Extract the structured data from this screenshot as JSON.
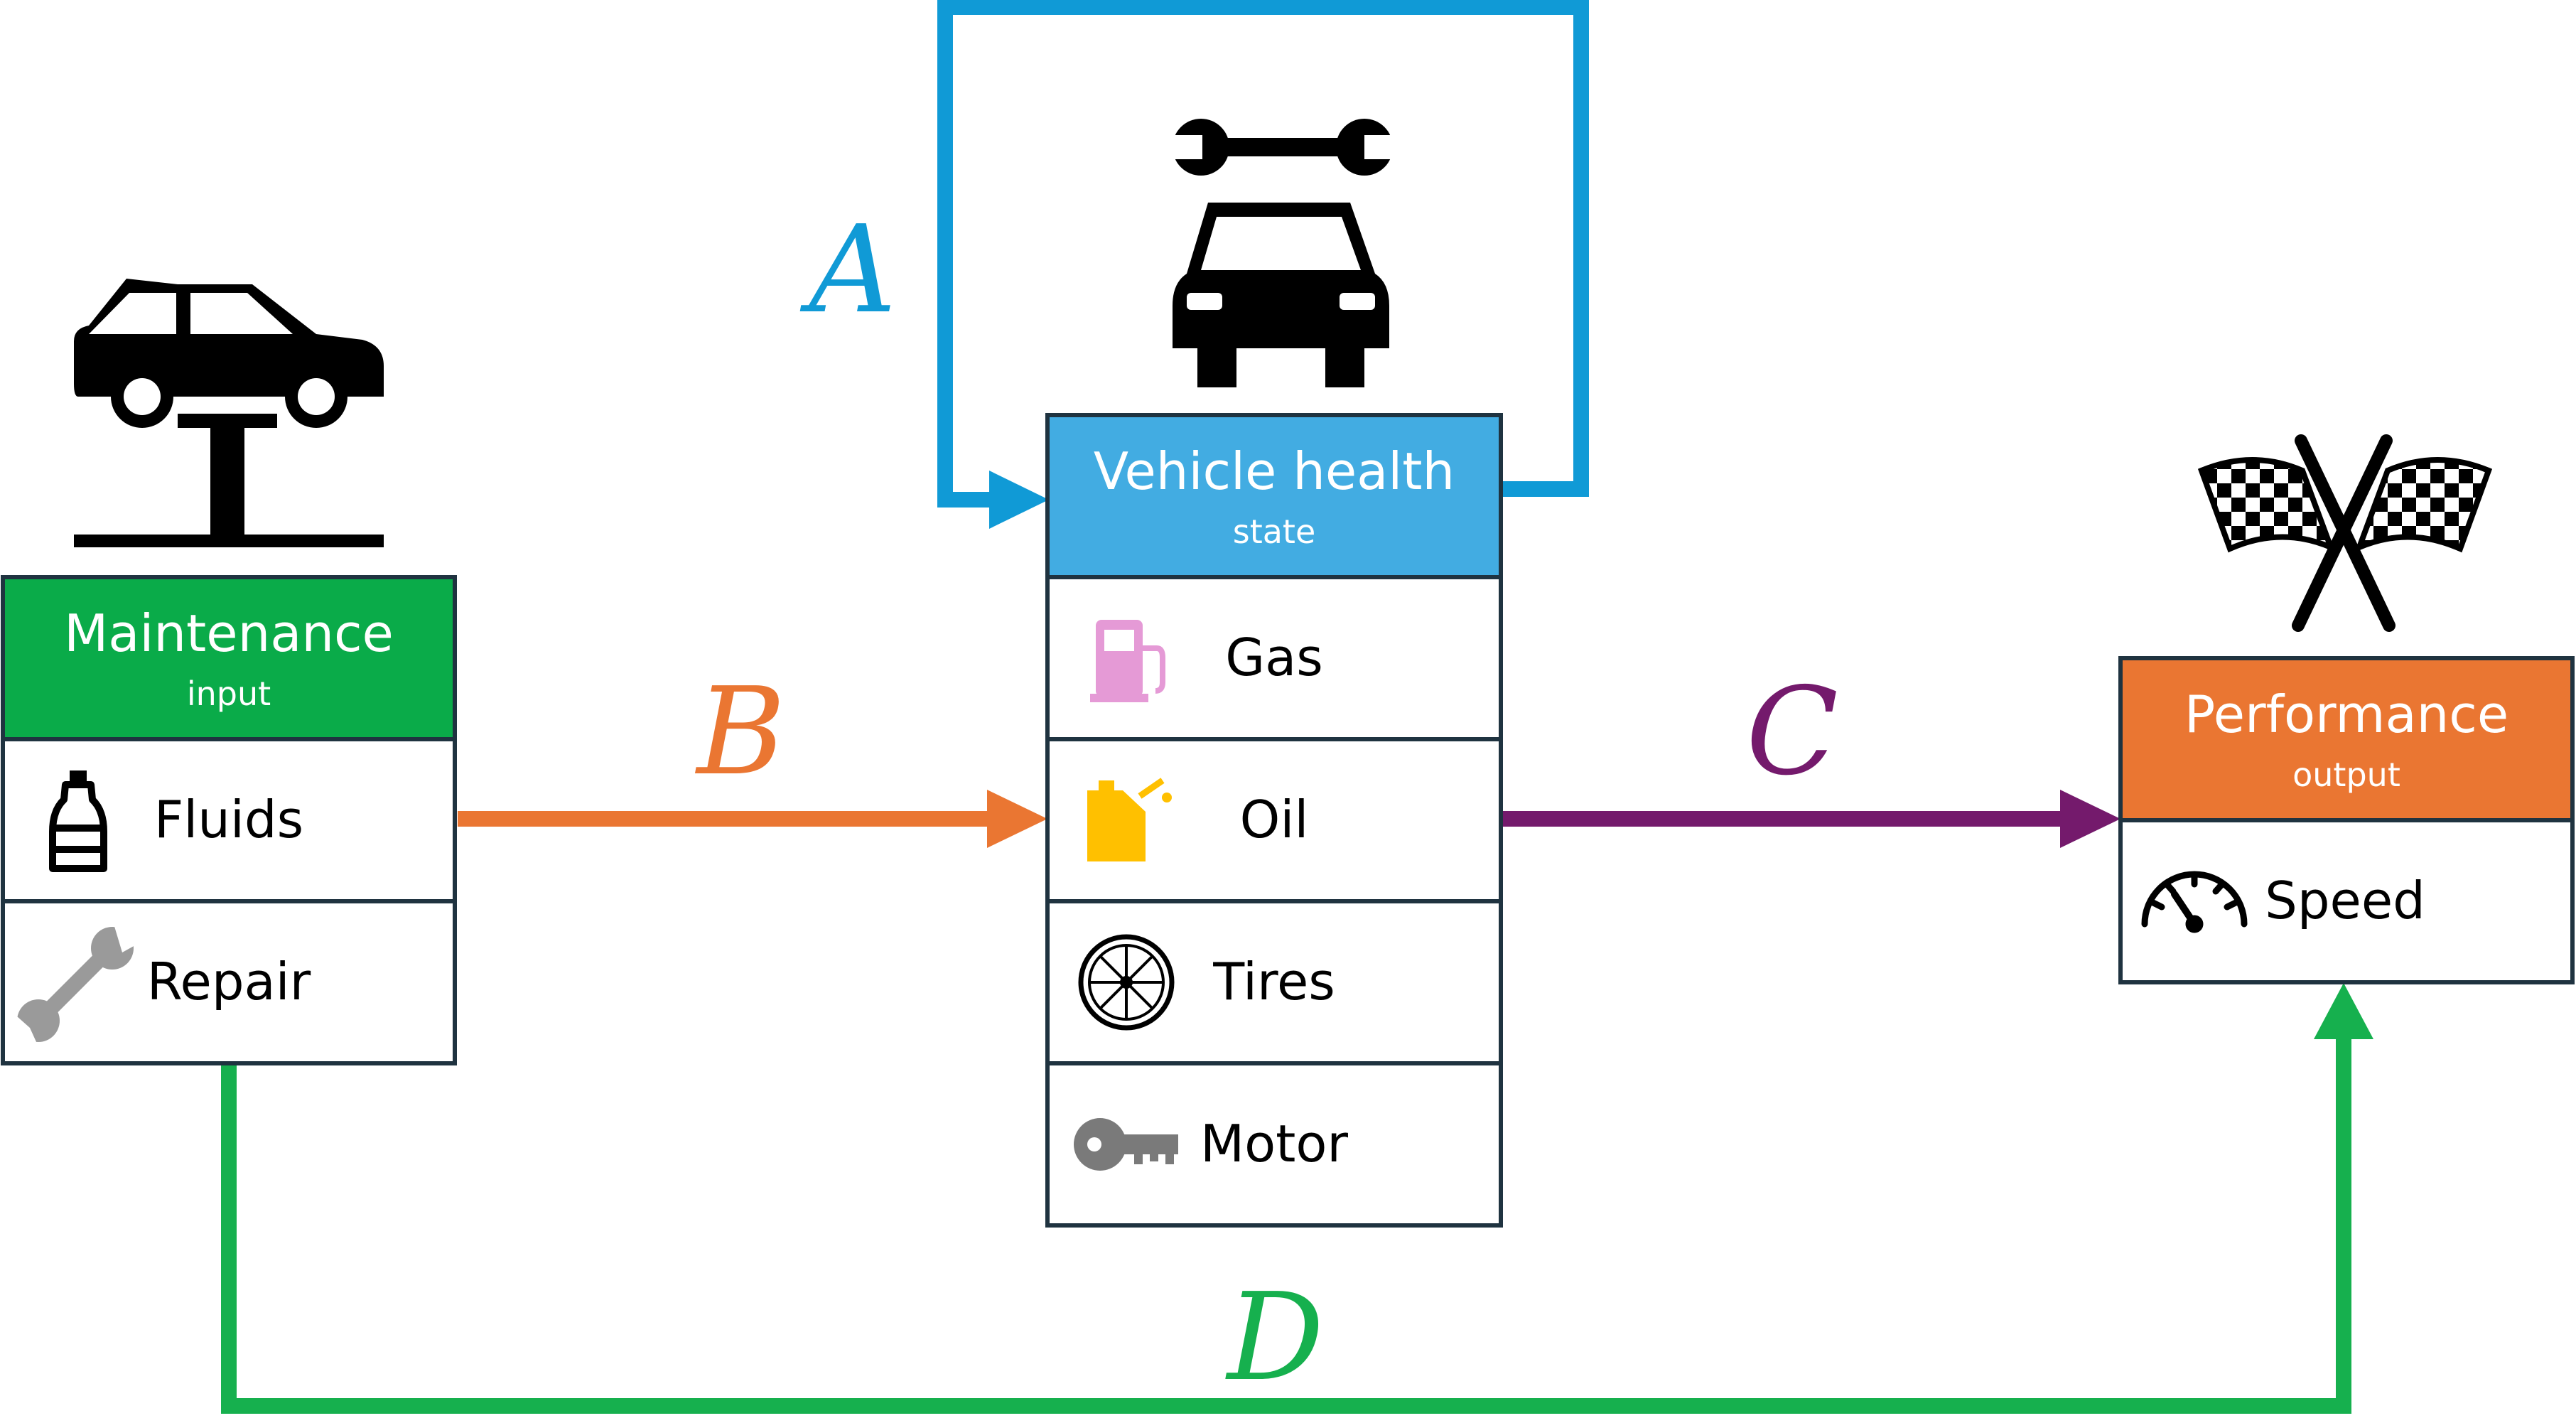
{
  "colors": {
    "maintenance_header": "#0aab49",
    "vehicle_header": "#42ace2",
    "performance_header": "#ea7632",
    "edge_A": "#109ad6",
    "edge_B": "#ea7632",
    "edge_C": "#741a6c",
    "edge_D": "#16b04e",
    "box_border": "#1f3340",
    "gas_icon": "#e59ad6",
    "oil_icon": "#ffc000",
    "repair_icon": "#9a9a9a",
    "motor_icon": "#7a7a7a"
  },
  "nodes": {
    "maintenance": {
      "title": "Maintenance",
      "subtitle": "input",
      "icon": "car-lift-icon",
      "rows": [
        {
          "label": "Fluids",
          "icon": "bottle-icon"
        },
        {
          "label": "Repair",
          "icon": "wrench-icon"
        }
      ]
    },
    "vehicle": {
      "title": "Vehicle health",
      "subtitle": "state",
      "icon": "car-wrench-icon",
      "rows": [
        {
          "label": "Gas",
          "icon": "fuel-pump-icon"
        },
        {
          "label": "Oil",
          "icon": "jerrycan-icon"
        },
        {
          "label": "Tires",
          "icon": "wheel-icon"
        },
        {
          "label": "Motor",
          "icon": "key-icon"
        }
      ]
    },
    "performance": {
      "title": "Performance",
      "subtitle": "output",
      "icon": "checkered-flags-icon",
      "rows": [
        {
          "label": "Speed",
          "icon": "speedometer-icon"
        }
      ]
    }
  },
  "edges": {
    "A": {
      "label": "A",
      "from": "vehicle",
      "to": "vehicle"
    },
    "B": {
      "label": "B",
      "from": "maintenance",
      "to": "vehicle"
    },
    "C": {
      "label": "C",
      "from": "vehicle",
      "to": "performance"
    },
    "D": {
      "label": "D",
      "from": "maintenance",
      "to": "performance"
    }
  }
}
